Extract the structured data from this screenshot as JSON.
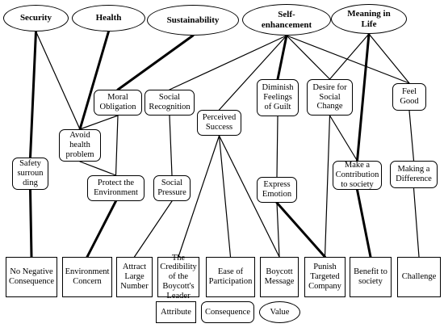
{
  "values": [
    {
      "id": "v_security",
      "label": "Security"
    },
    {
      "id": "v_health",
      "label": "Health"
    },
    {
      "id": "v_sustainability",
      "label": "Sustainability"
    },
    {
      "id": "v_selfenh",
      "label": "Self-\nenhancement"
    },
    {
      "id": "v_meaning",
      "label": "Meaning in\nLife"
    }
  ],
  "consequences": [
    {
      "id": "c_moral",
      "label": "Moral\nObligation"
    },
    {
      "id": "c_socrec",
      "label": "Social\nRecognition"
    },
    {
      "id": "c_success",
      "label": "Perceived\nSuccess"
    },
    {
      "id": "c_guilt",
      "label": "Diminish\nFeelings\nof Guilt"
    },
    {
      "id": "c_desire",
      "label": "Desire for\nSocial\nChange"
    },
    {
      "id": "c_feelgood",
      "label": "Feel\nGood"
    },
    {
      "id": "c_avoid",
      "label": "Avoid\nhealth\nproblem"
    },
    {
      "id": "c_safety",
      "label": "Safety\nsurroun\nding"
    },
    {
      "id": "c_protect",
      "label": "Protect the\nEnvironment"
    },
    {
      "id": "c_pressure",
      "label": "Social\nPressure"
    },
    {
      "id": "c_express",
      "label": "Express\nEmotion"
    },
    {
      "id": "c_contrib",
      "label": "Make a\nContribution\nto society"
    },
    {
      "id": "c_difference",
      "label": "Making a\nDifference"
    }
  ],
  "attributes": [
    {
      "id": "a_noneg",
      "label": "No Negative\nConsequence"
    },
    {
      "id": "a_env",
      "label": "Environment\nConcern"
    },
    {
      "id": "a_attract",
      "label": "Attract\nLarge\nNumber"
    },
    {
      "id": "a_cred",
      "label": "The\nCredibility\nof the\nBoycott's\nLeader"
    },
    {
      "id": "a_ease",
      "label": "Ease of\nParticipation"
    },
    {
      "id": "a_msg",
      "label": "Boycott\nMessage"
    },
    {
      "id": "a_punish",
      "label": "Punish\nTargeted\nCompany"
    },
    {
      "id": "a_benefit",
      "label": "Benefit to\nsociety"
    },
    {
      "id": "a_challenge",
      "label": "Challenge"
    }
  ],
  "links": [
    {
      "from": "v_security",
      "to": "c_safety",
      "strength": "strong"
    },
    {
      "from": "v_security",
      "to": "c_avoid",
      "strength": "weak"
    },
    {
      "from": "v_health",
      "to": "c_avoid",
      "strength": "strong"
    },
    {
      "from": "v_sustainability",
      "to": "c_moral",
      "strength": "strong"
    },
    {
      "from": "v_selfenh",
      "to": "c_socrec",
      "strength": "weak"
    },
    {
      "from": "v_selfenh",
      "to": "c_success",
      "strength": "weak"
    },
    {
      "from": "v_selfenh",
      "to": "c_guilt",
      "strength": "strong"
    },
    {
      "from": "v_selfenh",
      "to": "c_desire",
      "strength": "weak"
    },
    {
      "from": "v_selfenh",
      "to": "c_feelgood",
      "strength": "weak"
    },
    {
      "from": "v_meaning",
      "to": "c_desire",
      "strength": "weak"
    },
    {
      "from": "v_meaning",
      "to": "c_contrib",
      "strength": "strong"
    },
    {
      "from": "v_meaning",
      "to": "c_feelgood",
      "strength": "weak"
    },
    {
      "from": "c_moral",
      "to": "c_protect",
      "strength": "weak"
    },
    {
      "from": "c_moral",
      "to": "c_avoid",
      "strength": "weak"
    },
    {
      "from": "c_socrec",
      "to": "c_pressure",
      "strength": "weak"
    },
    {
      "from": "c_guilt",
      "to": "c_express",
      "strength": "weak"
    },
    {
      "from": "c_desire",
      "to": "c_contrib",
      "strength": "weak"
    },
    {
      "from": "c_desire",
      "to": "a_punish",
      "strength": "weak"
    },
    {
      "from": "c_feelgood",
      "to": "c_difference",
      "strength": "weak"
    },
    {
      "from": "c_avoid",
      "to": "c_protect",
      "strength": "weak"
    },
    {
      "from": "c_safety",
      "to": "a_noneg",
      "strength": "strong"
    },
    {
      "from": "c_protect",
      "to": "a_env",
      "strength": "strong"
    },
    {
      "from": "c_pressure",
      "to": "a_attract",
      "strength": "weak"
    },
    {
      "from": "c_success",
      "to": "a_cred",
      "strength": "weak"
    },
    {
      "from": "c_success",
      "to": "a_ease",
      "strength": "weak"
    },
    {
      "from": "c_success",
      "to": "a_msg",
      "strength": "weak"
    },
    {
      "from": "c_express",
      "to": "a_msg",
      "strength": "weak"
    },
    {
      "from": "c_express",
      "to": "a_punish",
      "strength": "strong"
    },
    {
      "from": "c_contrib",
      "to": "a_benefit",
      "strength": "strong"
    },
    {
      "from": "c_difference",
      "to": "a_challenge",
      "strength": "weak"
    }
  ],
  "legend": {
    "attribute": "Attribute",
    "consequence": "Consequence",
    "value": "Value"
  }
}
